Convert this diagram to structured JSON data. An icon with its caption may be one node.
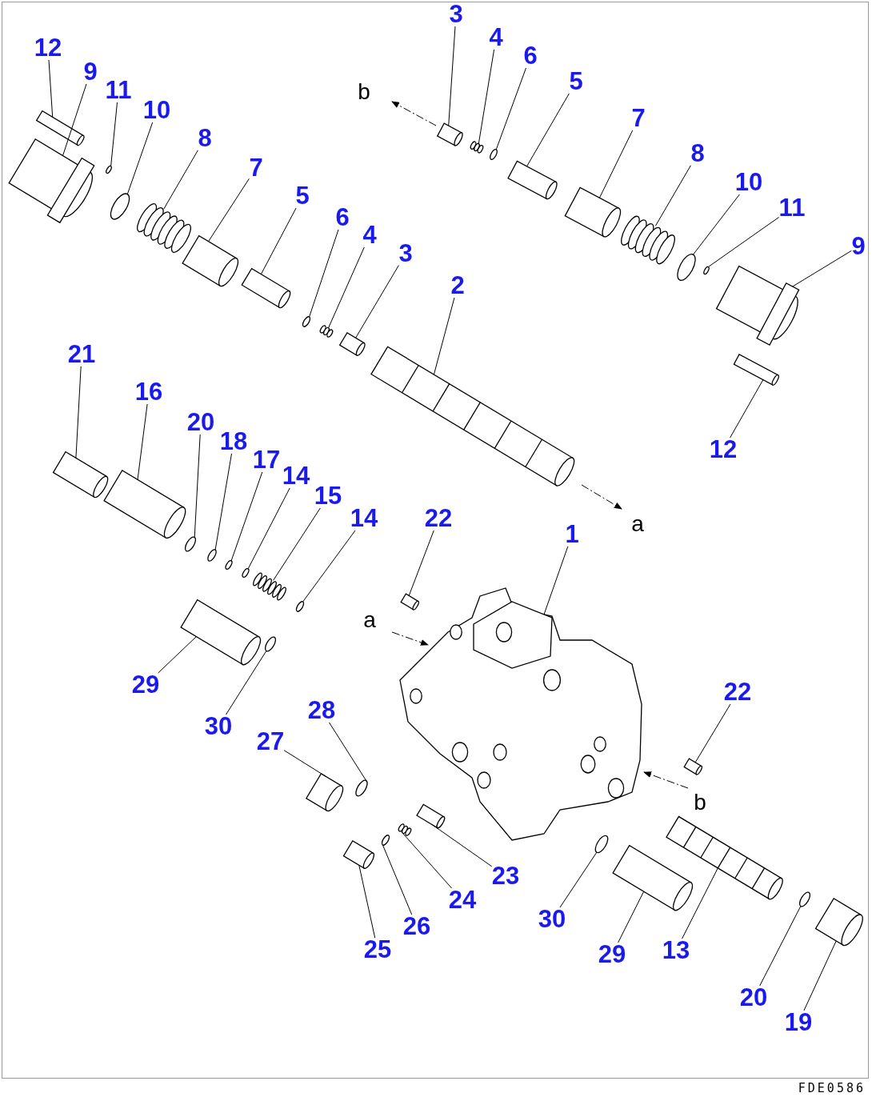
{
  "diagram": {
    "nodes": [
      {
        "text": [
          "3"
        ]
      },
      {
        "text": [
          "4"
        ]
      },
      {
        "text": [
          "12"
        ]
      },
      {
        "text": [
          "6"
        ]
      },
      {
        "text": [
          "9"
        ]
      },
      {
        "text": [
          "5"
        ]
      },
      {
        "text": [
          "11"
        ]
      },
      {
        "text": [
          "10"
        ]
      },
      {
        "text": [
          "7"
        ]
      },
      {
        "text": [
          "8"
        ]
      },
      {
        "text": [
          "8"
        ]
      },
      {
        "text": [
          "7"
        ]
      },
      {
        "text": [
          "10"
        ]
      },
      {
        "text": [
          "5"
        ]
      },
      {
        "text": [
          "11"
        ]
      },
      {
        "text": [
          "6"
        ]
      },
      {
        "text": [
          "4"
        ]
      },
      {
        "text": [
          "9"
        ]
      },
      {
        "text": [
          "3"
        ]
      },
      {
        "text": [
          "2"
        ]
      },
      {
        "text": [
          "21"
        ]
      },
      {
        "text": [
          "16"
        ]
      },
      {
        "text": [
          "20"
        ]
      },
      {
        "text": [
          "18"
        ]
      },
      {
        "text": [
          "12"
        ]
      },
      {
        "text": [
          "17"
        ]
      },
      {
        "text": [
          "14"
        ]
      },
      {
        "text": [
          "15"
        ]
      },
      {
        "text": [
          "14"
        ]
      },
      {
        "text": [
          "22"
        ]
      },
      {
        "text": [
          "1"
        ]
      },
      {
        "text": [
          "29"
        ]
      },
      {
        "text": [
          "22"
        ]
      },
      {
        "text": [
          "28"
        ]
      },
      {
        "text": [
          "30"
        ]
      },
      {
        "text": [
          "27"
        ]
      },
      {
        "text": [
          "23"
        ]
      },
      {
        "text": [
          "24"
        ]
      },
      {
        "text": [
          "30"
        ]
      },
      {
        "text": [
          "26"
        ]
      },
      {
        "text": [
          "13"
        ]
      },
      {
        "text": [
          "25"
        ]
      },
      {
        "text": [
          "29"
        ]
      },
      {
        "text": [
          "20"
        ]
      },
      {
        "text": [
          "19"
        ]
      },
      {
        "text": [],
        "shape": "picture"
      },
      {
        "text": [],
        "shape": "picture"
      },
      {
        "text": [],
        "shape": "picture"
      },
      {
        "text": [],
        "shape": "circle"
      },
      {
        "text": [],
        "shape": "picture"
      },
      {
        "text": [],
        "shape": "picture"
      },
      {
        "text": [],
        "shape": "circle"
      },
      {
        "text": [],
        "shape": "circle"
      },
      {
        "text": [],
        "shape": "picture"
      },
      {
        "text": [],
        "shape": "picture"
      },
      {
        "text": [],
        "shape": "picture"
      },
      {
        "text": [],
        "shape": "picture"
      },
      {
        "text": [],
        "shape": "circle"
      },
      {
        "text": [],
        "shape": "picture"
      },
      {
        "text": [],
        "shape": "circle"
      },
      {
        "text": [],
        "shape": "circle"
      },
      {
        "text": [],
        "shape": "picture"
      },
      {
        "text": [],
        "shape": "picture"
      },
      {
        "text": [],
        "shape": "picture"
      },
      {
        "text": [],
        "shape": "picture"
      },
      {
        "text": [],
        "shape": "picture"
      },
      {
        "text": [],
        "shape": "picture"
      },
      {
        "text": [],
        "shape": "circle"
      },
      {
        "text": [],
        "shape": "circle"
      },
      {
        "text": [],
        "shape": "picture"
      },
      {
        "text": [],
        "shape": "circle"
      },
      {
        "text": [],
        "shape": "circle"
      },
      {
        "text": [],
        "shape": "picture"
      },
      {
        "text": [],
        "shape": "circle"
      },
      {
        "text": [],
        "shape": "picture"
      },
      {
        "text": [],
        "shape": "picture"
      },
      {
        "text": [],
        "shape": "picture"
      },
      {
        "text": [],
        "shape": "picture"
      },
      {
        "text": [],
        "shape": "circle"
      },
      {
        "text": [],
        "shape": "circle"
      },
      {
        "text": [],
        "shape": "picture"
      },
      {
        "text": [],
        "shape": "picture"
      },
      {
        "text": [],
        "shape": "picture"
      },
      {
        "text": [],
        "shape": "circle"
      },
      {
        "text": [],
        "shape": "circle"
      },
      {
        "text": [],
        "shape": "picture"
      },
      {
        "text": [],
        "shape": "picture"
      },
      {
        "text": [],
        "shape": "picture"
      },
      {
        "text": [],
        "shape": "circle"
      },
      {
        "text": [],
        "shape": "picture"
      }
    ],
    "edges": [
      {
        "from": 0,
        "to": 45,
        "arrow": "none"
      },
      {
        "from": 1,
        "to": 46,
        "arrow": "none"
      },
      {
        "from": 2,
        "to": 47,
        "arrow": "none"
      },
      {
        "from": 3,
        "to": 48,
        "arrow": "none"
      },
      {
        "from": 4,
        "to": 49,
        "arrow": "none"
      },
      {
        "from": 5,
        "to": 50,
        "arrow": "none"
      },
      {
        "from": 6,
        "to": 51,
        "arrow": "none"
      },
      {
        "from": 7,
        "to": 52,
        "arrow": "none"
      },
      {
        "from": 8,
        "to": 53,
        "arrow": "none"
      },
      {
        "from": 9,
        "to": 54,
        "arrow": "none"
      },
      {
        "from": 10,
        "to": 55,
        "arrow": "none"
      },
      {
        "from": 11,
        "to": 56,
        "arrow": "none"
      },
      {
        "from": 12,
        "to": 57,
        "arrow": "none"
      },
      {
        "from": 13,
        "to": 58,
        "arrow": "none"
      },
      {
        "from": 14,
        "to": 59,
        "arrow": "none"
      },
      {
        "from": 15,
        "to": 60,
        "arrow": "none"
      },
      {
        "from": 16,
        "to": 61,
        "arrow": "none"
      },
      {
        "from": 17,
        "to": 62,
        "arrow": "none"
      },
      {
        "from": 18,
        "to": 63,
        "arrow": "none"
      },
      {
        "from": 19,
        "to": 64,
        "arrow": "none"
      },
      {
        "from": 20,
        "to": 65,
        "arrow": "none"
      },
      {
        "from": 21,
        "to": 66,
        "arrow": "none"
      },
      {
        "from": 22,
        "to": 67,
        "arrow": "none"
      },
      {
        "from": 23,
        "to": 68,
        "arrow": "none"
      },
      {
        "from": 24,
        "to": 69,
        "arrow": "none"
      },
      {
        "from": 25,
        "to": 70,
        "arrow": "none"
      },
      {
        "from": 26,
        "to": 71,
        "arrow": "none"
      },
      {
        "from": 27,
        "to": 72,
        "arrow": "none"
      },
      {
        "from": 28,
        "to": 73,
        "arrow": "none"
      },
      {
        "from": 29,
        "to": 74,
        "arrow": "none"
      },
      {
        "from": 30,
        "to": 75,
        "arrow": "none"
      },
      {
        "from": 31,
        "to": 76,
        "arrow": "none"
      },
      {
        "from": 32,
        "to": 77,
        "arrow": "none"
      },
      {
        "from": 33,
        "to": 78,
        "arrow": "none"
      },
      {
        "from": 34,
        "to": 79,
        "arrow": "none"
      },
      {
        "from": 35,
        "to": 80,
        "arrow": "none"
      },
      {
        "from": 36,
        "to": 81,
        "arrow": "none"
      },
      {
        "from": 37,
        "to": 82,
        "arrow": "none"
      },
      {
        "from": 38,
        "to": 83,
        "arrow": "none"
      },
      {
        "from": 39,
        "to": 84,
        "arrow": "none"
      },
      {
        "from": 40,
        "to": 85,
        "arrow": "none"
      },
      {
        "from": 41,
        "to": 86,
        "arrow": "none"
      },
      {
        "from": 42,
        "to": 87,
        "arrow": "none"
      },
      {
        "from": 43,
        "to": 88,
        "arrow": "none"
      },
      {
        "from": 44,
        "to": 89,
        "arrow": "none"
      }
    ],
    "labels": [
      "b",
      "a",
      "a",
      "b",
      "FDE0586"
    ]
  }
}
